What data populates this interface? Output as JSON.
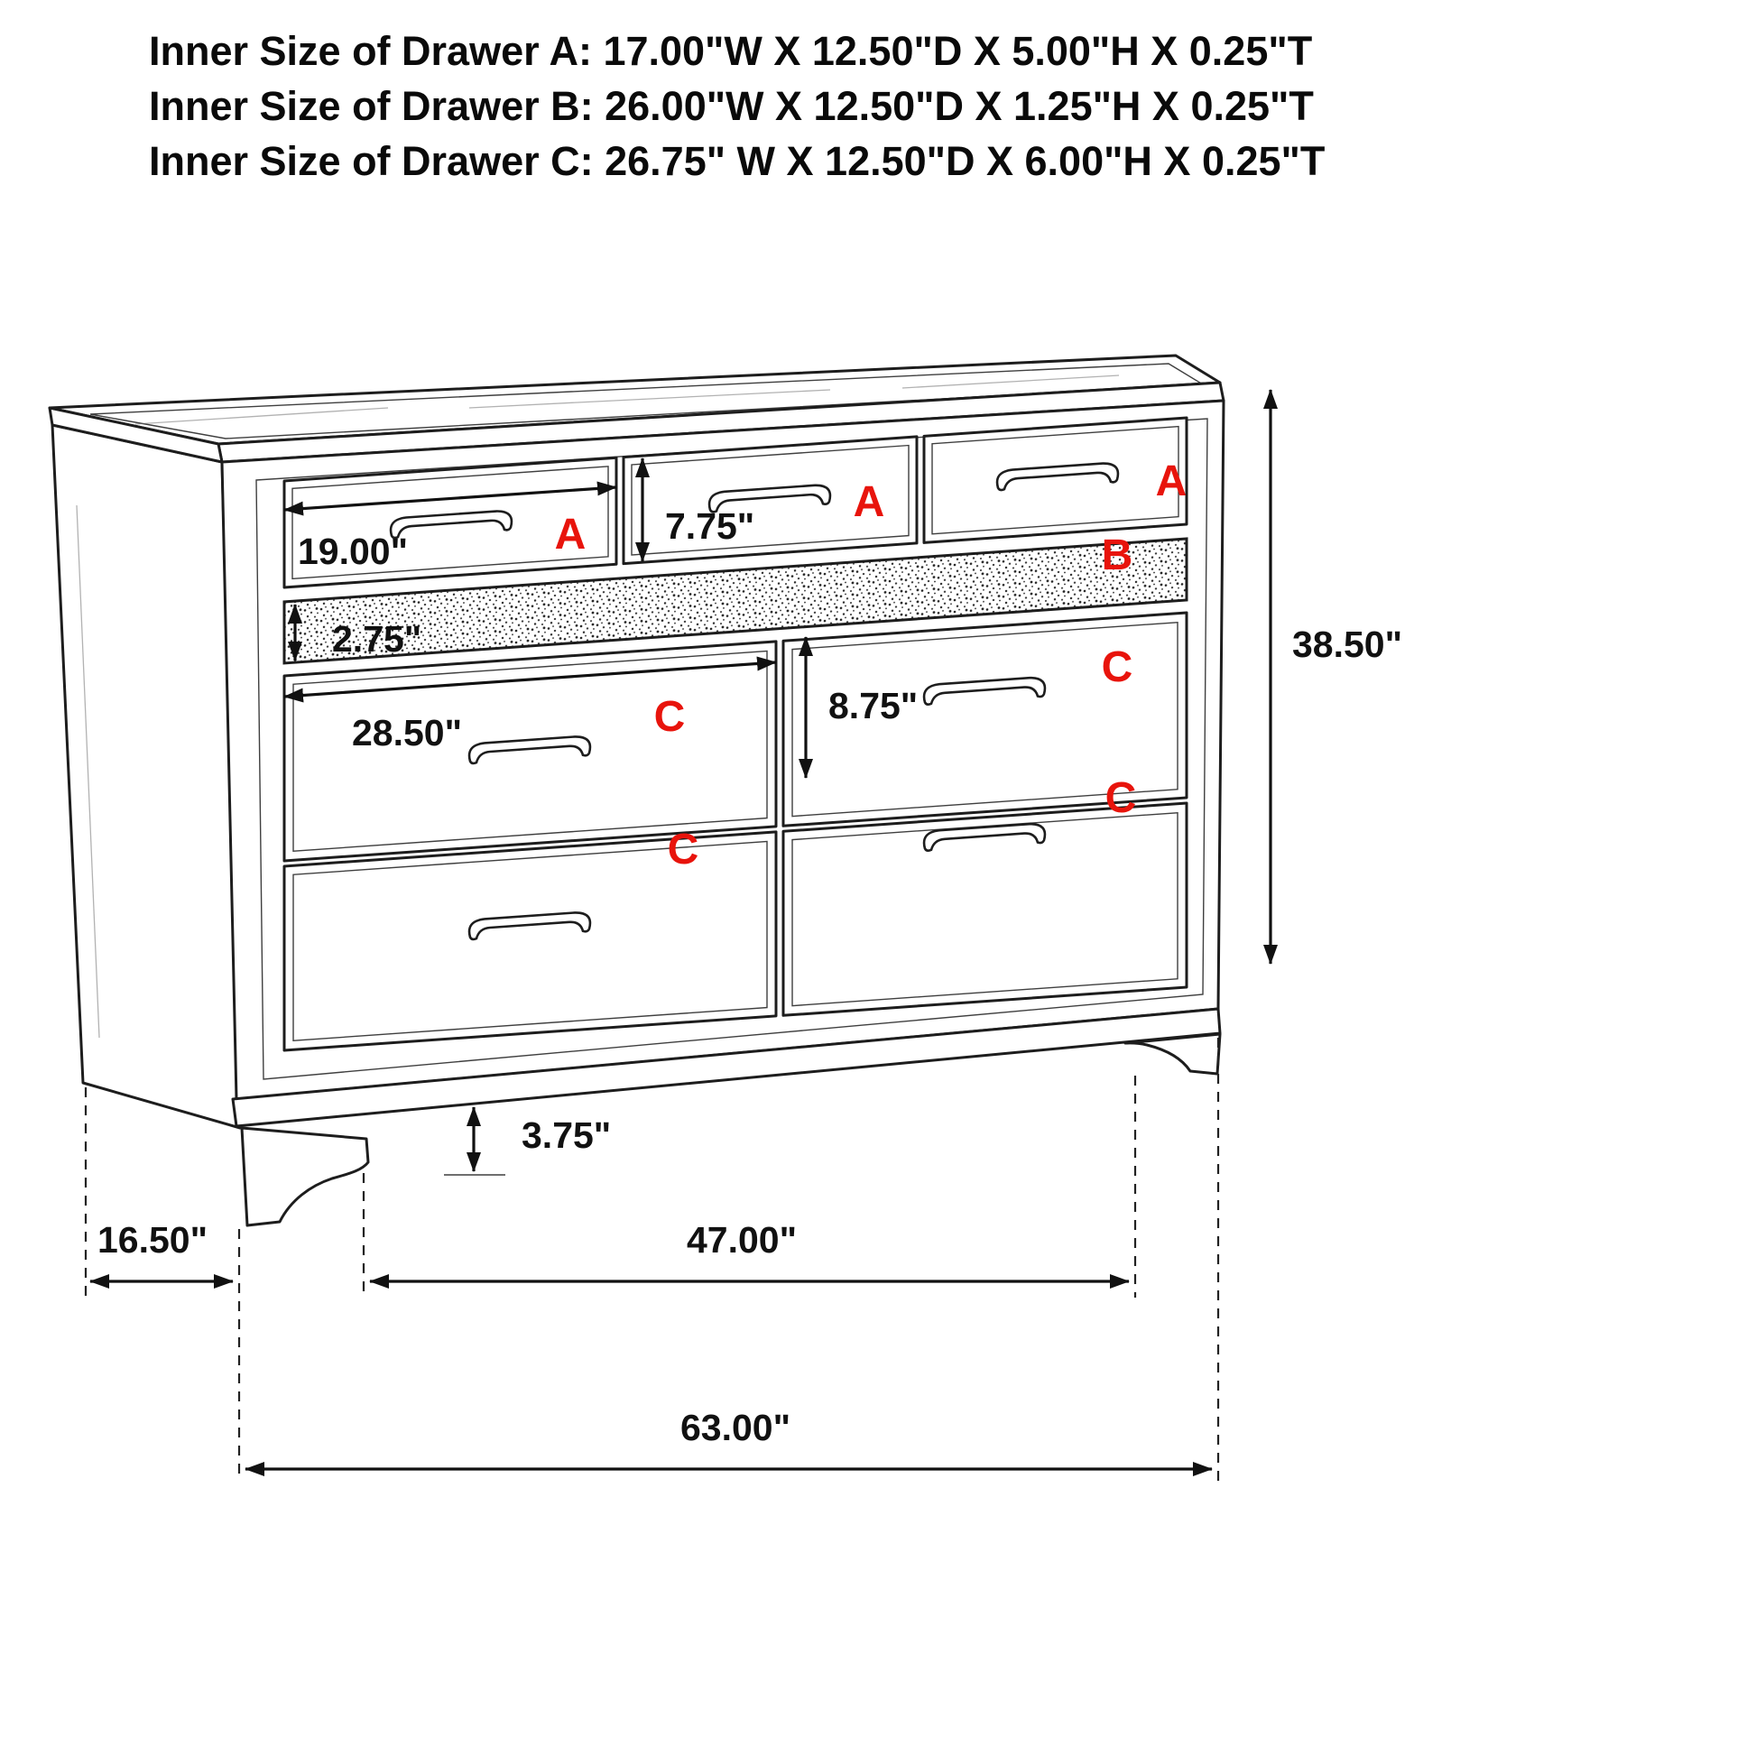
{
  "title": {
    "line1": "Inner Size of Drawer A: 17.00\"W X 12.50\"D X 5.00\"H X 0.25\"T",
    "line2": "Inner Size of Drawer B: 26.00\"W X 12.50\"D X 1.25\"H X 0.25\"T",
    "line3": "Inner Size of Drawer C: 26.75\" W X 12.50\"D X 6.00\"H X 0.25\"T"
  },
  "drawer_labels": {
    "top_left": "A",
    "top_middle": "A",
    "top_right": "A",
    "jewelry_strip": "B",
    "mid_left": "C",
    "mid_right": "C",
    "bottom_left": "C",
    "bottom_right": "C"
  },
  "dimensions": {
    "drawer_a_width": "19.00\"",
    "drawer_a_height": "7.75\"",
    "drawer_b_height": "2.75\"",
    "drawer_c_width": "28.50\"",
    "drawer_c_height": "8.75\"",
    "overall_height": "38.50\"",
    "foot_height": "3.75\"",
    "overall_depth": "16.50\"",
    "foot_span": "47.00\"",
    "overall_width": "63.00\""
  },
  "colors": {
    "label_red": "#e8140c",
    "line": "#1d1d1d"
  }
}
